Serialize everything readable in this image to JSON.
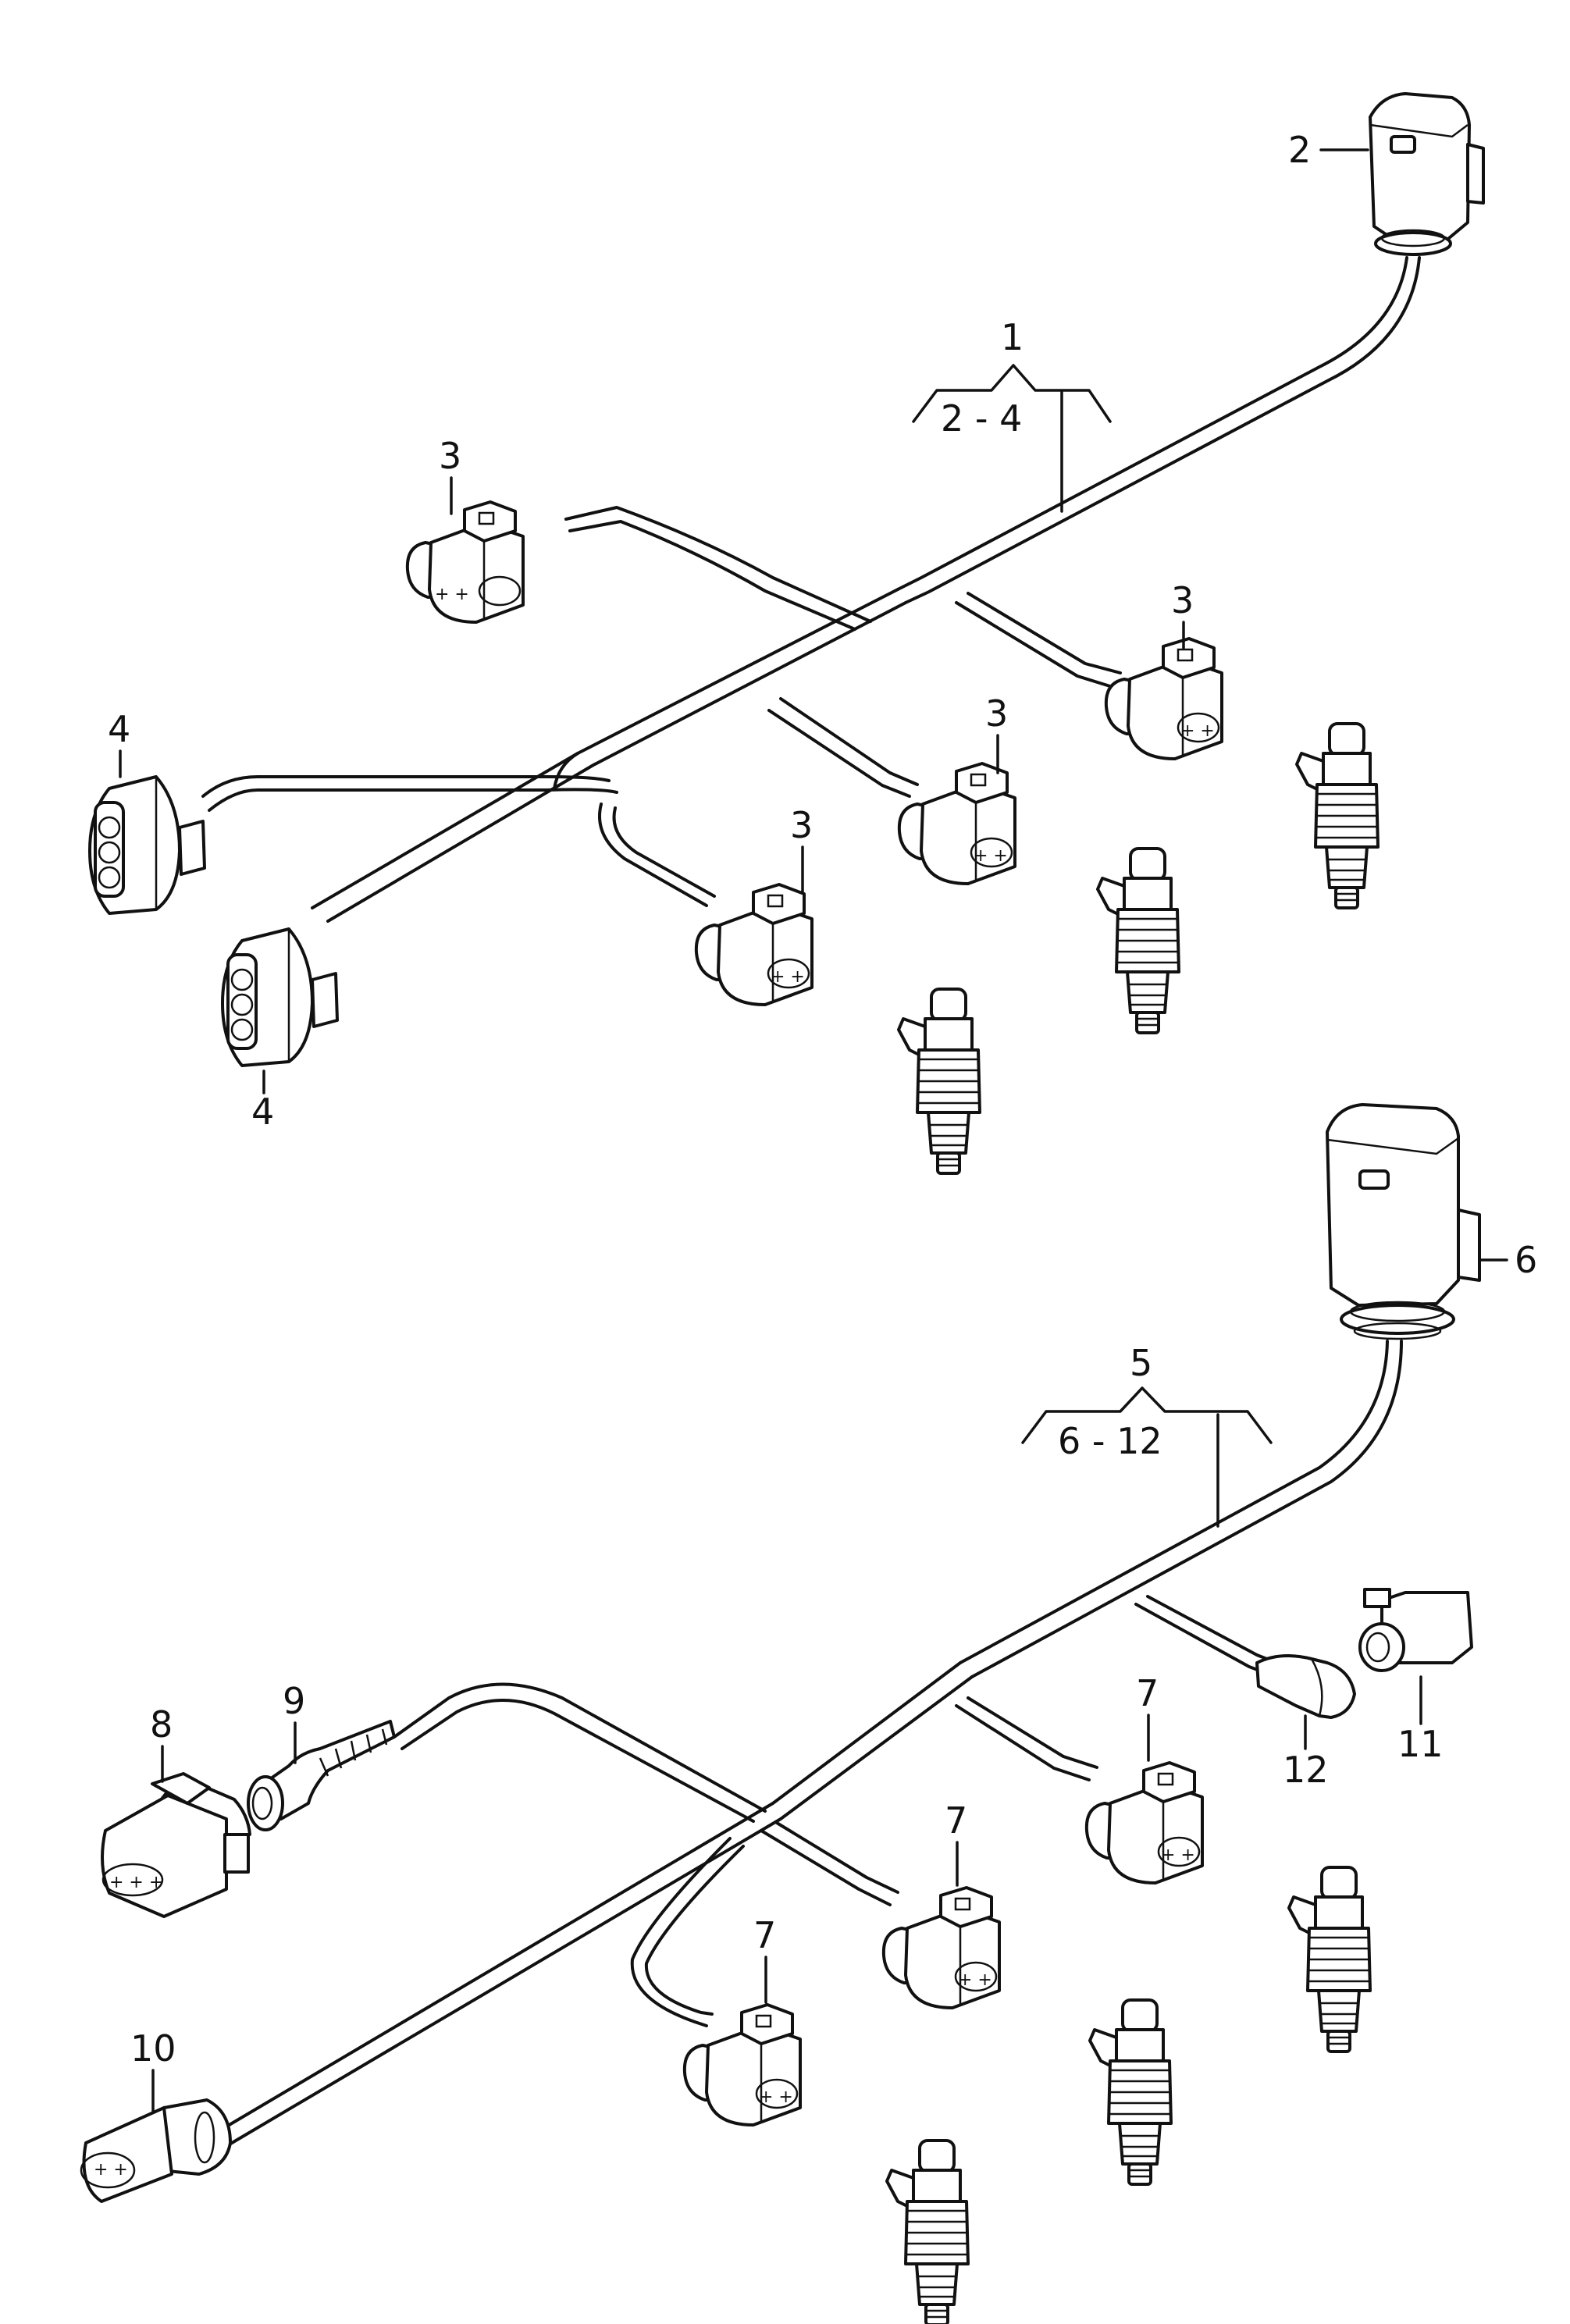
{
  "callouts": {
    "c1": "1",
    "c1_range": "2 - 4",
    "c2": "2",
    "c3": "3",
    "c4": "4",
    "c5": "5",
    "c5_range": "6 - 12",
    "c6": "6",
    "c7": "7",
    "c8": "8",
    "c9": "9",
    "c10": "10",
    "c11": "11",
    "c12": "12"
  },
  "pin_marks": "+ +",
  "pin_marks_3": "+ + +"
}
